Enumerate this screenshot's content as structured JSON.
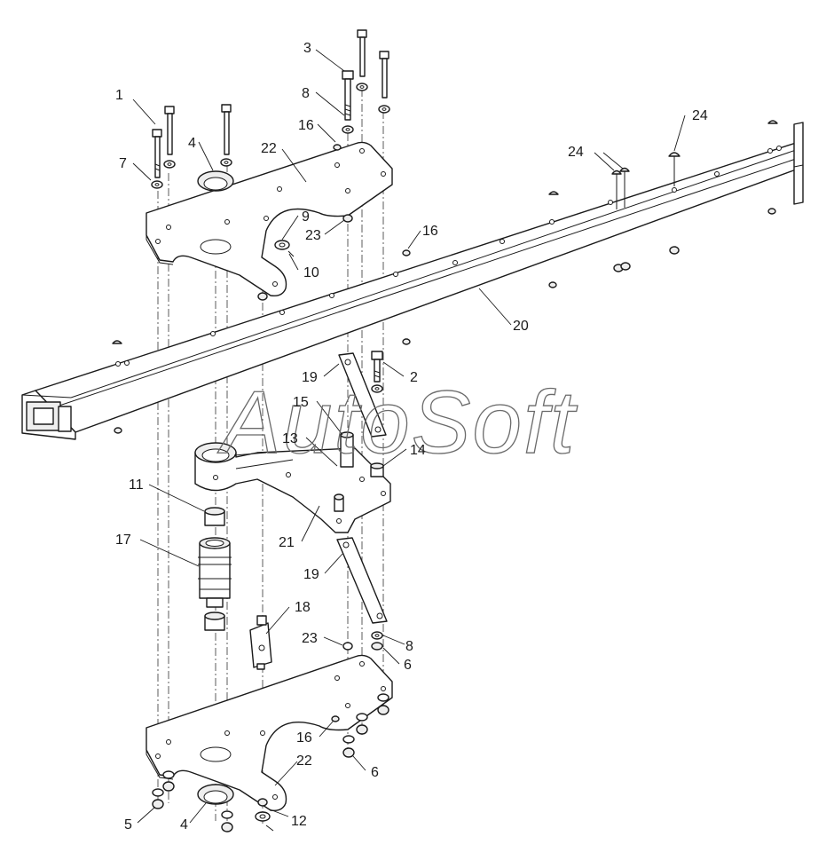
{
  "watermark": "AutoSoft",
  "callouts": {
    "c1": "1",
    "c2": "2",
    "c3": "3",
    "c4a": "4",
    "c4b": "4",
    "c5": "5",
    "c6a": "6",
    "c6b": "6",
    "c7": "7",
    "c8a": "8",
    "c8b": "8",
    "c9": "9",
    "c10": "10",
    "c11": "11",
    "c12": "12",
    "c13": "13",
    "c14": "14",
    "c15": "15",
    "c16a": "16",
    "c16b": "16",
    "c16c": "16",
    "c17": "17",
    "c18": "18",
    "c19a": "19",
    "c19b": "19",
    "c20": "20",
    "c21": "21",
    "c22a": "22",
    "c22b": "22",
    "c23a": "23",
    "c23b": "23",
    "c24a": "24",
    "c24b": "24"
  }
}
